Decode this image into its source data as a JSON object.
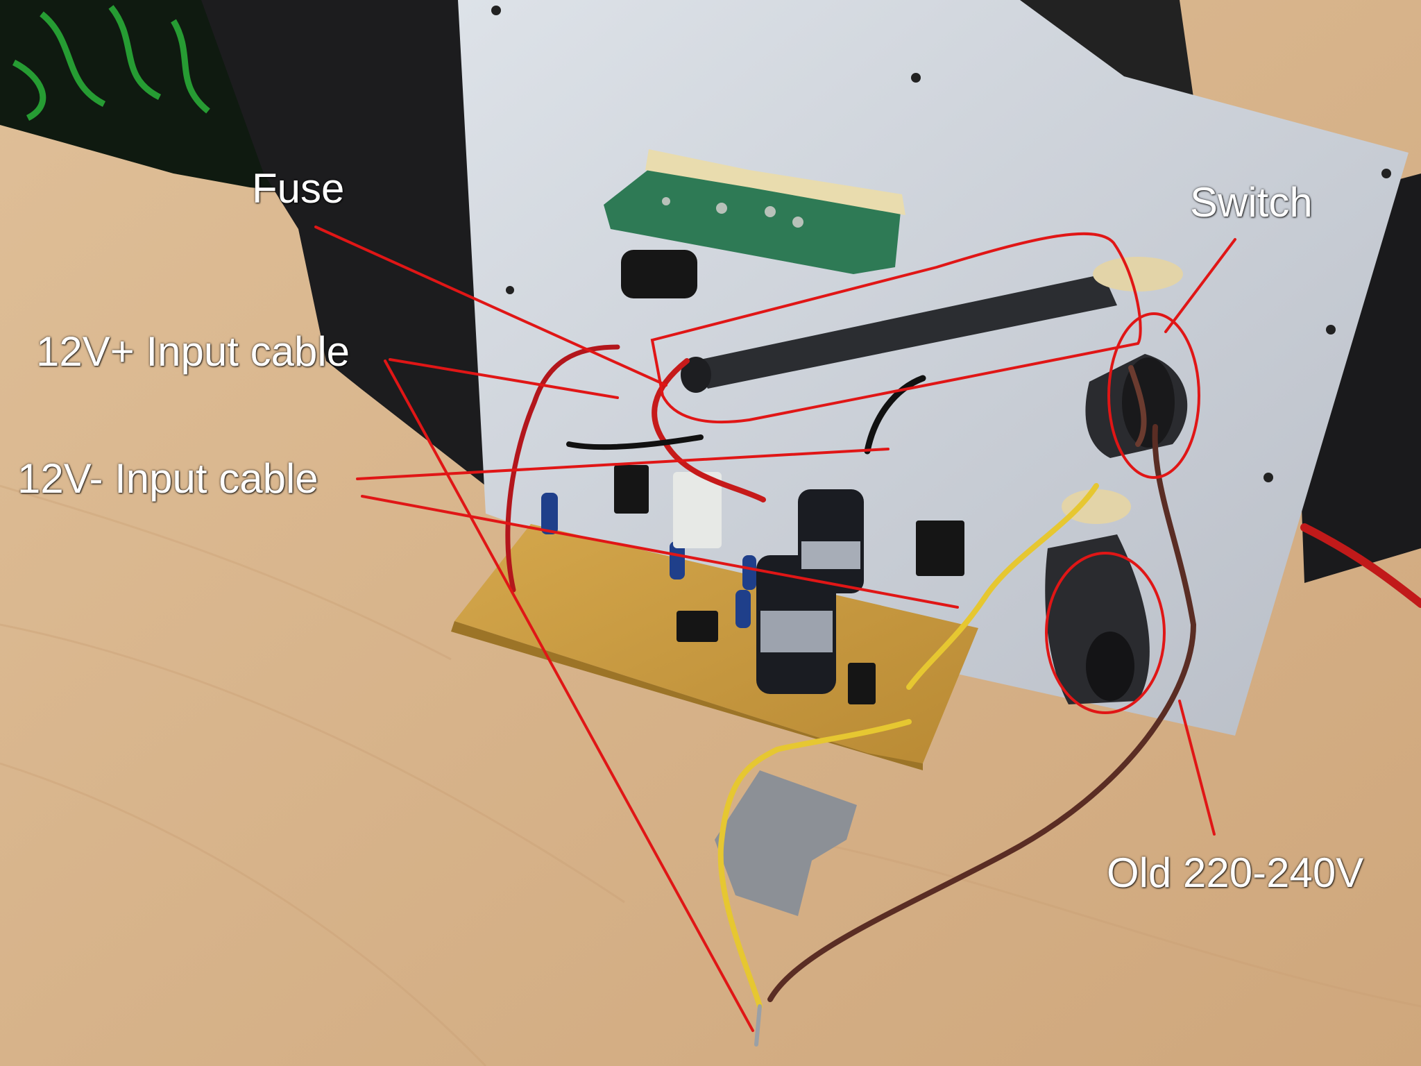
{
  "annotations": {
    "fuse": "Fuse",
    "switch": "Switch",
    "v12_plus": "12V+ Input cable",
    "v12_minus": "12V- Input cable",
    "old_mains": "Old 220-240V"
  },
  "colors": {
    "annotation_line": "#e01616",
    "label_text": "#ffffff",
    "desk": "#d9b48a",
    "panel": "#c9ced6",
    "pcb": "#c99a3e"
  }
}
